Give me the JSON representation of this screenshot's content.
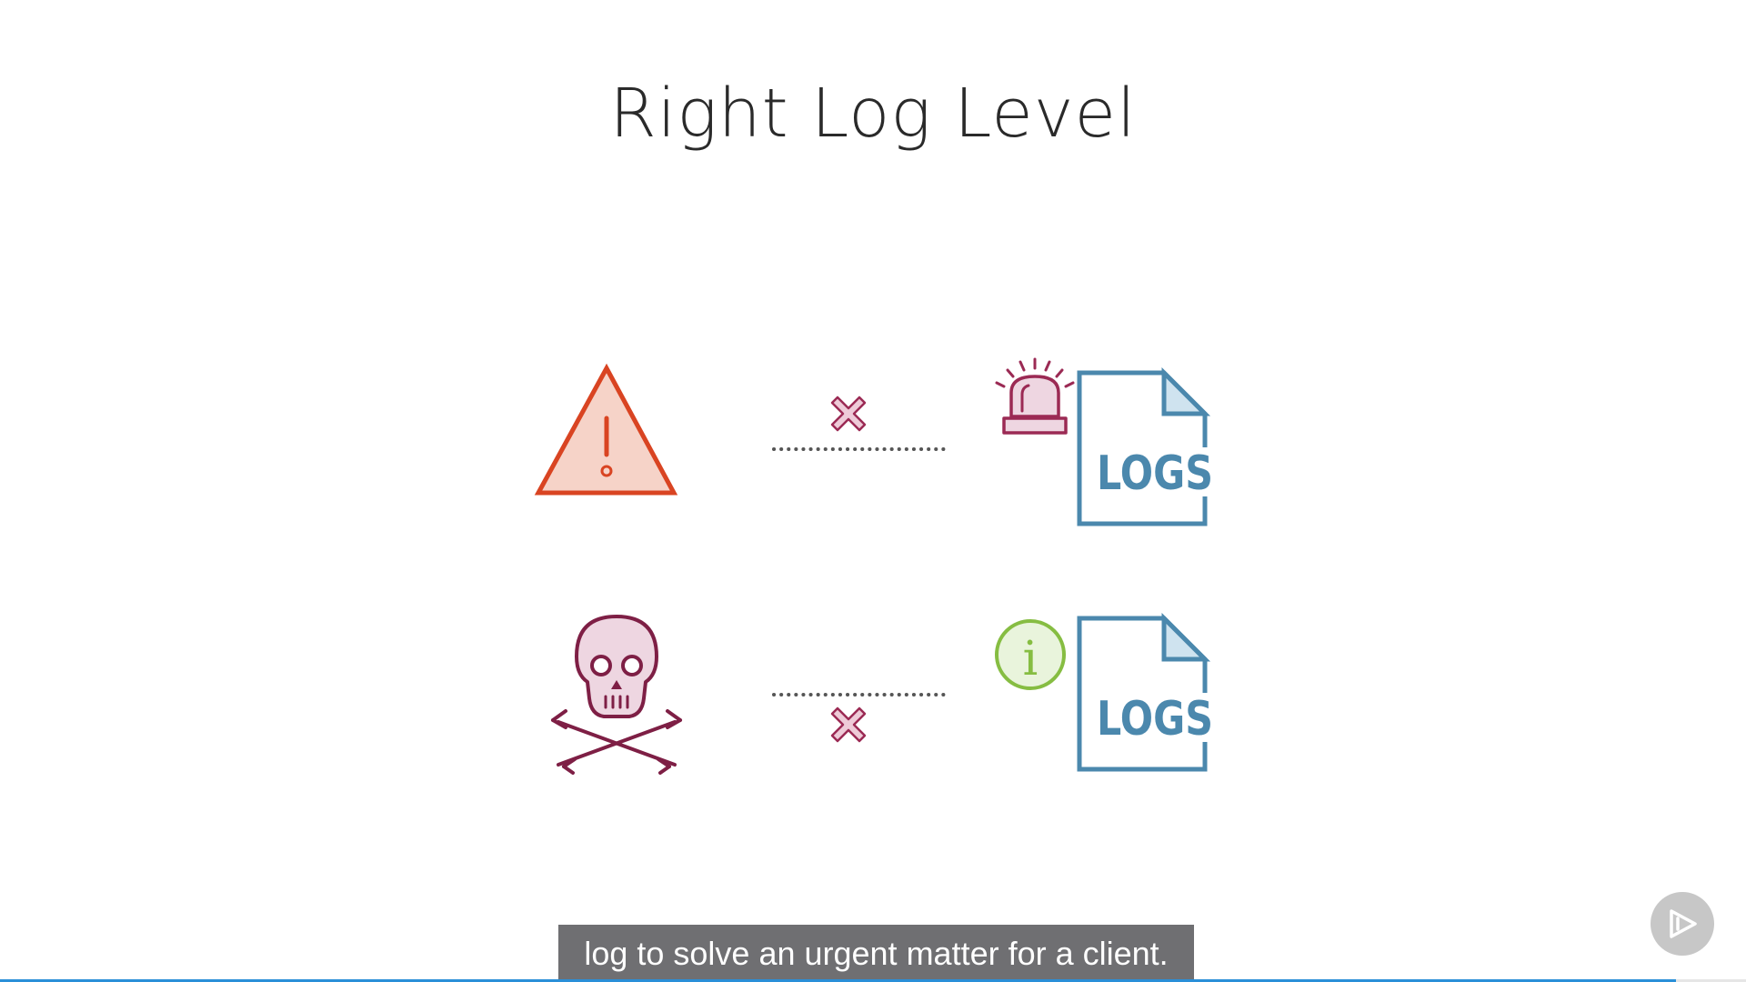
{
  "slide": {
    "title": "Right Log Level"
  },
  "illustration": {
    "rows": [
      {
        "left_icon": "warning-triangle-icon",
        "connector_icon": "x-mark-icon",
        "badge_icon": "siren-alarm-icon",
        "document_icon": "logs-document-icon",
        "document_label": "LOGS"
      },
      {
        "left_icon": "skull-crossbones-icon",
        "connector_icon": "x-mark-icon",
        "badge_icon": "info-icon",
        "document_icon": "logs-document-icon",
        "document_label": "LOGS"
      }
    ],
    "info_glyph": "i",
    "colors": {
      "warning": "#d94422",
      "warning_fill": "#f6d3c8",
      "danger": "#7e1f45",
      "danger_fill": "#eed6e1",
      "x_mark": "#9b2a54",
      "x_mark_fill": "#eecbd8",
      "logs": "#4b88ad",
      "logs_fill": "#cfe3ef",
      "info": "#86bd42",
      "info_fill": "#e9f4dc",
      "dots": "#555555"
    }
  },
  "player": {
    "caption": "log to solve an urgent matter for a client.",
    "next_button_icon": "play-next-icon",
    "progress": 0.96,
    "colors": {
      "caption_bg": "#6f6f72",
      "progress": "#2a8fd8"
    }
  }
}
